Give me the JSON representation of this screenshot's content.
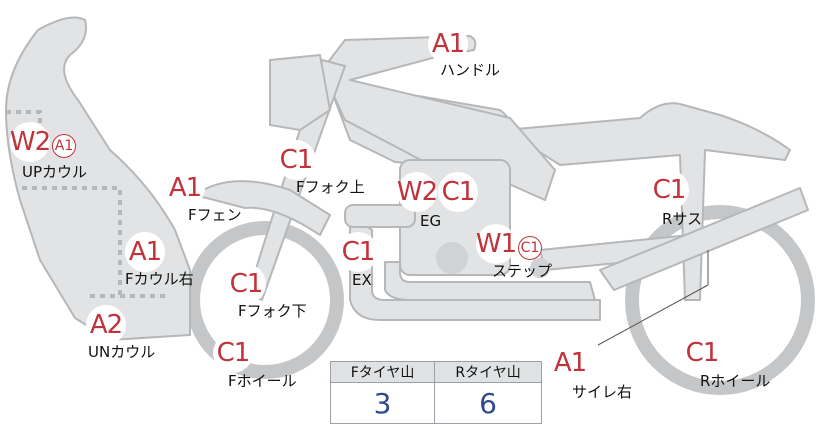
{
  "colors": {
    "part_fill": "#e2e3e4",
    "outline": "#b5b7b9",
    "dash": "#b5b7b9",
    "badge_text": "#c0333a",
    "value_text": "#2f4a8c",
    "table_header_bg": "#dfe1e3"
  },
  "parts": {
    "handle": {
      "label": "ハンドル",
      "grades": [
        "A1"
      ]
    },
    "up_cowl": {
      "label": "UPカウル",
      "grades": [
        "W2",
        "A1"
      ]
    },
    "f_fender": {
      "label": "Fフェン",
      "grades": [
        "A1"
      ]
    },
    "f_fork_up": {
      "label": "Fフォク上",
      "grades": [
        "C1"
      ]
    },
    "eg": {
      "label": "EG",
      "grades": [
        "W2",
        "C1"
      ]
    },
    "r_sus": {
      "label": "Rサス",
      "grades": [
        "C1"
      ]
    },
    "f_cowl_r": {
      "label": "Fカウル右",
      "grades": [
        "A1"
      ]
    },
    "ex": {
      "label": "EX",
      "grades": [
        "C1"
      ]
    },
    "step": {
      "label": "ステップ",
      "grades": [
        "W1",
        "C1"
      ]
    },
    "f_fork_down": {
      "label": "Fフォク下",
      "grades": [
        "C1"
      ]
    },
    "un_cowl": {
      "label": "UNカウル",
      "grades": [
        "A2"
      ]
    },
    "f_wheel": {
      "label": "Fホイール",
      "grades": [
        "C1"
      ]
    },
    "silencer_r": {
      "label": "サイレ右",
      "grades": [
        "A1"
      ]
    },
    "r_wheel": {
      "label": "Rホイール",
      "grades": [
        "C1"
      ]
    }
  },
  "tire_table": {
    "front_header": "Fタイヤ山",
    "rear_header": "Rタイヤ山",
    "front_value": "3",
    "rear_value": "6"
  }
}
